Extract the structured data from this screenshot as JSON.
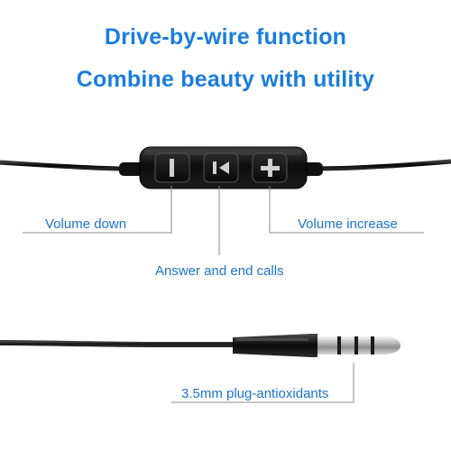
{
  "headline": {
    "line1": "Drive-by-wire function",
    "line2": "Combine beauty with utility"
  },
  "callouts": {
    "volume_down": "Volume down",
    "answer_end_calls": "Answer and end calls",
    "volume_increase": "Volume increase",
    "plug": "3.5mm plug-antioxidants"
  },
  "colors": {
    "headline": "#1a7ddc",
    "callout_text": "#1a73c8",
    "leader_line": "#8a8a8a",
    "cable": "#111111",
    "plug_metal": "#c8c8c8"
  },
  "icons": [
    "minus-icon",
    "play-pause-icon",
    "plus-icon"
  ]
}
